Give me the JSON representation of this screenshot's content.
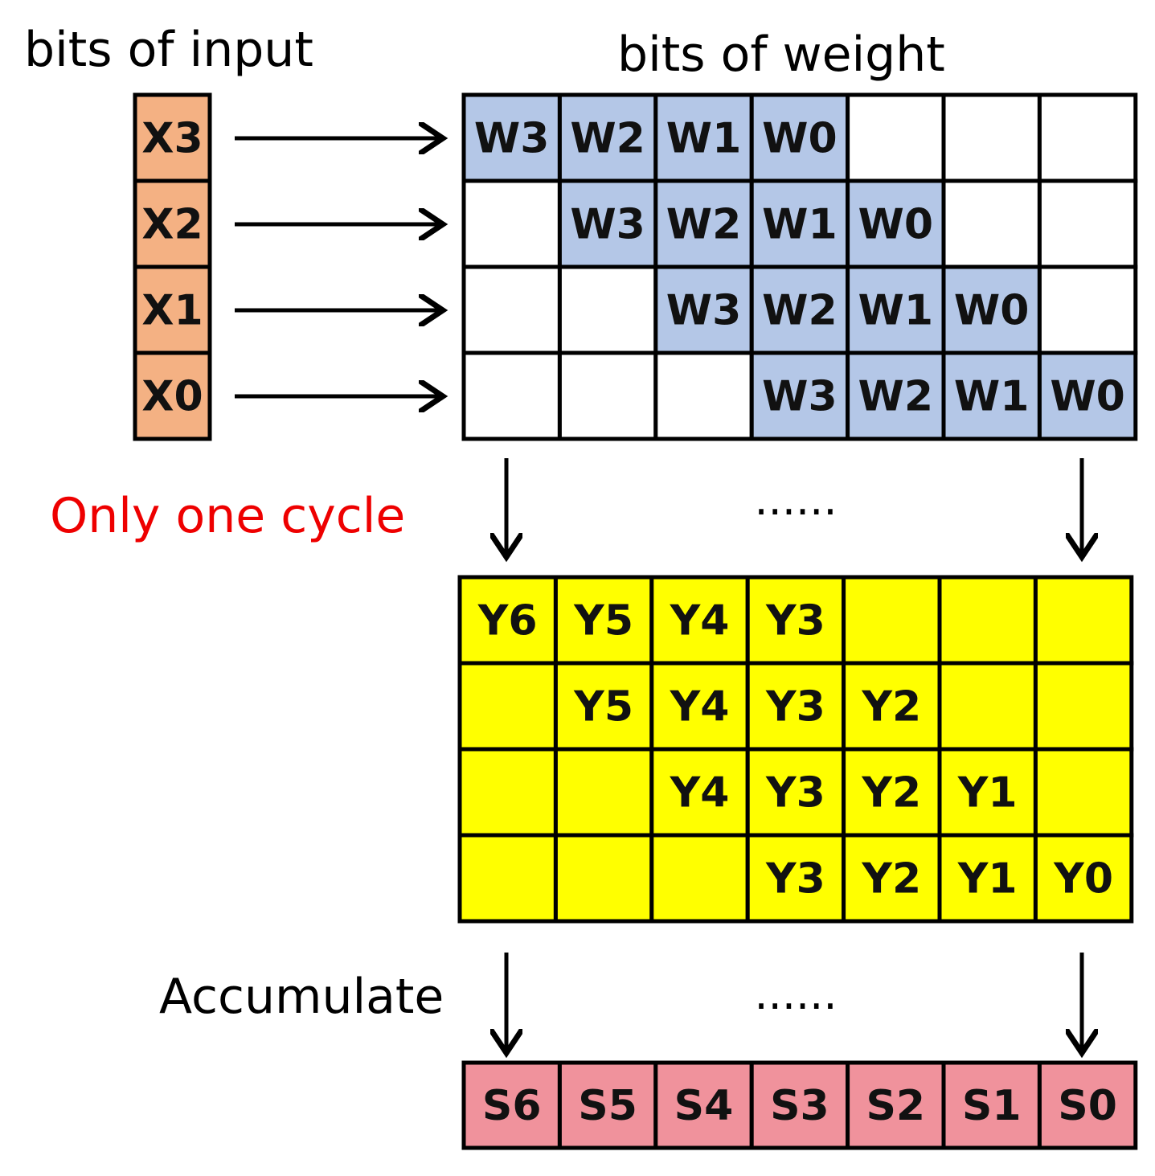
{
  "titles": {
    "input": "bits of input",
    "weight": "bits of weight"
  },
  "notes": {
    "cycle": "Only one cycle",
    "accumulate": "Accumulate"
  },
  "ellipsis": "......",
  "colors": {
    "input_fill": "#f4b183",
    "weight_fill": "#b4c7e7",
    "partial_fill": "#ffff00",
    "sum_fill": "#f0929c",
    "cycle_text": "#ee0000",
    "border": "#000000"
  },
  "input_bits": [
    "X3",
    "X2",
    "X1",
    "X0"
  ],
  "weight_grid": [
    [
      "W3",
      "W2",
      "W1",
      "W0",
      "",
      "",
      ""
    ],
    [
      "",
      "W3",
      "W2",
      "W1",
      "W0",
      "",
      ""
    ],
    [
      "",
      "",
      "W3",
      "W2",
      "W1",
      "W0",
      ""
    ],
    [
      "",
      "",
      "",
      "W3",
      "W2",
      "W1",
      "W0"
    ]
  ],
  "partial_grid": [
    [
      "Y6",
      "Y5",
      "Y4",
      "Y3",
      "",
      "",
      ""
    ],
    [
      "",
      "Y5",
      "Y4",
      "Y3",
      "Y2",
      "",
      ""
    ],
    [
      "",
      "",
      "Y4",
      "Y3",
      "Y2",
      "Y1",
      ""
    ],
    [
      "",
      "",
      "",
      "Y3",
      "Y2",
      "Y1",
      "Y0"
    ]
  ],
  "sum_bits": [
    "S6",
    "S5",
    "S4",
    "S3",
    "S2",
    "S1",
    "S0"
  ]
}
